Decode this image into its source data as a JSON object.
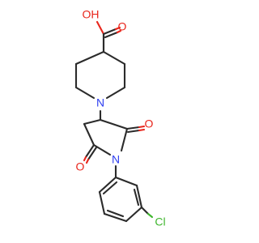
{
  "molecule": {
    "atoms": {
      "hydroxyl": "OH",
      "carbonyl_oxygen_acid": "O",
      "piperidine_nitrogen": "N",
      "imide_nitrogen": "N",
      "imide_oxygen_upper": "O",
      "imide_oxygen_lower": "O",
      "chlorine": "Cl"
    },
    "colors": {
      "bond": "#2b2b2b",
      "oxygen": "#e8261c",
      "nitrogen": "#3040f0",
      "chlorine": "#3fb62e"
    }
  }
}
